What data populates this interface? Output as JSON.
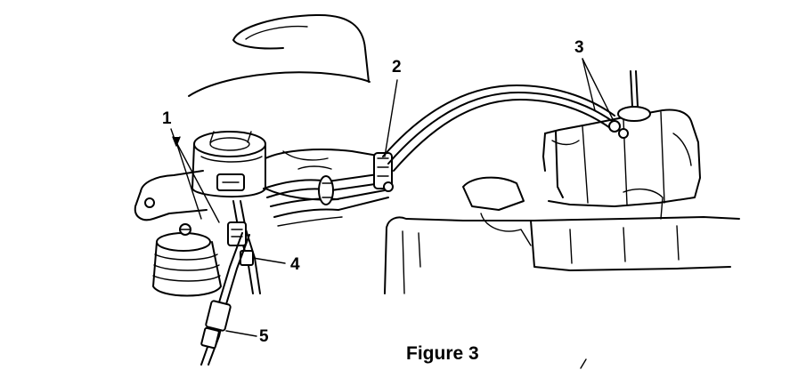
{
  "figure": {
    "caption": "Figure 3",
    "callouts": [
      {
        "id": "1",
        "label": "1"
      },
      {
        "id": "2",
        "label": "2"
      },
      {
        "id": "3",
        "label": "3"
      },
      {
        "id": "4",
        "label": "4"
      },
      {
        "id": "5",
        "label": "5"
      }
    ]
  }
}
